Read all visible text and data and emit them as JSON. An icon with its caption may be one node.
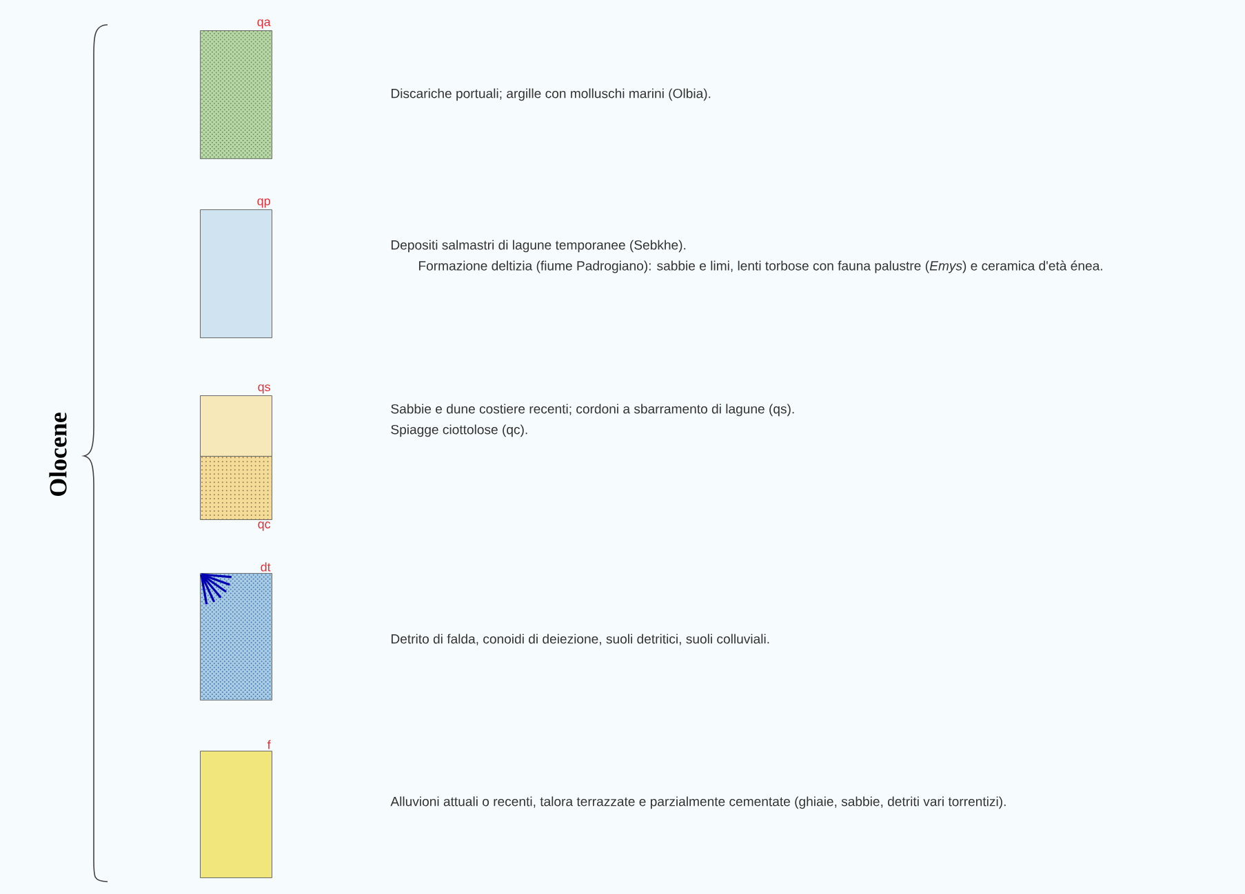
{
  "diagram": {
    "nodes": [
      {
        "text": [
          "qa"
        ]
      },
      {
        "text": [
          "qp"
        ]
      },
      {
        "text": [
          "qs"
        ]
      },
      {
        "text": [
          "qc"
        ]
      },
      {
        "text": [
          "dt"
        ]
      },
      {
        "text": [
          "f"
        ]
      }
    ],
    "labels": [
      "Olocene",
      "Discariche portuali; argille con molluschi marini (Olbia).",
      "Depositi salmastri di lagune temporanee (Sebkhe).",
      "Formazione deltizia (fiume Padrogiano): sabbie e limi, lenti torbose con fauna palustre (*Emys*) e ceramica d'età énea.",
      "Sabbie e dune costiere recenti; cordoni a sbarramento di lagune (qs).",
      "Spiagge ciottolose (qc).",
      "Detrito di falda, conoidi di deiezione, suoli detritici, suoli colluviali.",
      "Alluvioni attuali o recenti, talora terrazzate e parzialmente cementate (ghiaie, sabbie, detriti vari torrentizi)."
    ]
  }
}
